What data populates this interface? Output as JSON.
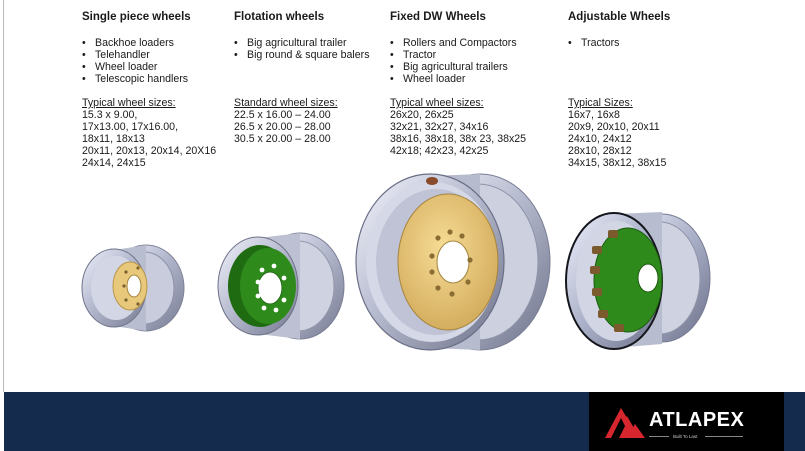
{
  "columns": [
    {
      "title": "Single piece wheels",
      "bullets": [
        "Backhoe loaders",
        "Telehandler",
        "Wheel loader",
        "Telescopic handlers"
      ],
      "sizes_heading": "Typical wheel sizes:",
      "sizes": [
        "15.3 x 9.00,",
        "17x13.00, 17x16.00,",
        "18x11, 18x13",
        "20x11, 20x13, 20x14, 20X16",
        "24x14, 24x15"
      ]
    },
    {
      "title": "Flotation wheels",
      "bullets": [
        "Big agricultural trailer",
        "Big round & square balers"
      ],
      "sizes_heading": "Standard wheel sizes:",
      "sizes": [
        "22.5 x 16.00 – 24.00",
        "26.5 x 20.00 – 28.00",
        "30.5 x 20.00 – 28.00"
      ]
    },
    {
      "title": "Fixed DW Wheels",
      "bullets": [
        "Rollers and Compactors",
        "Tractor",
        "Big agricultural trailers",
        "Wheel loader"
      ],
      "sizes_heading": "Typical wheel sizes:",
      "sizes": [
        "26x20, 26x25",
        "32x21, 32x27, 34x16",
        "38x16, 38x18, 38x 23, 38x25",
        "42x18; 42x23, 42x25"
      ]
    },
    {
      "title": "Adjustable Wheels",
      "bullets": [
        "Tractors"
      ],
      "sizes_heading": "Typical Sizes:",
      "sizes": [
        "16x7, 16x8",
        "20x9, 20x10, 20x11",
        "24x10, 24x12",
        "28x10, 28x12",
        "34x15, 38x12, 38x15"
      ]
    }
  ],
  "wheel_images": [
    {
      "icon": "single-piece-wheel",
      "disc_color": "#e8c87a"
    },
    {
      "icon": "flotation-wheel",
      "disc_color": "#2f8a1c"
    },
    {
      "icon": "fixed-dw-wheel",
      "disc_color": "#e8c87a"
    },
    {
      "icon": "adjustable-wheel",
      "disc_color": "#2f8a1c"
    }
  ],
  "footer": {
    "bar_color": "#142b4d",
    "brand": "ATLAPEX",
    "tagline": "Built To Last",
    "logo_color": "#d8262e"
  }
}
